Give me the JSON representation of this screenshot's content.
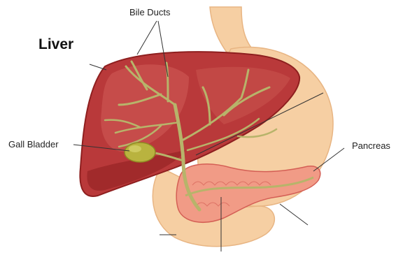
{
  "diagram": {
    "labels": {
      "title": "Liver",
      "bile_ducts": "Bile Ducts",
      "gall_bladder": "Gall Bladder",
      "pancreas": "Pancreas"
    },
    "colors": {
      "liver_dark": "#8e1f1f",
      "liver_main": "#b9393a",
      "liver_light": "#cf5a55",
      "duct": "#b7b46a",
      "gall_bladder": "#b9b33f",
      "stomach": "#f6cfa3",
      "stomach_dark": "#e8b583",
      "pancreas": "#f19b86",
      "pancreas_vessel": "#d45f55",
      "leader_line": "#333333"
    }
  }
}
